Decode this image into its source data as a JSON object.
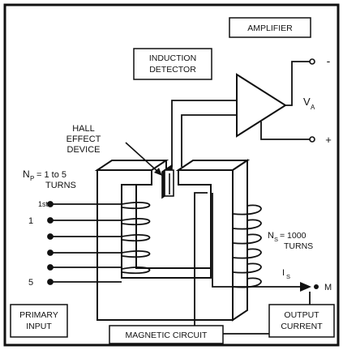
{
  "labels": {
    "amplifier": "AMPLIFIER",
    "induction_detector_1": "INDUCTION",
    "induction_detector_2": "DETECTOR",
    "hall_1": "HALL",
    "hall_2": "EFFECT",
    "hall_3": "DEVICE",
    "va": "V",
    "va_sub": "A",
    "minus": "-",
    "plus": "+",
    "np_1": "N",
    "np_sub": "P",
    "np_2": "= 1 to 5",
    "np_3": "TURNS",
    "tap_1st": "1st",
    "tap_1": "1",
    "tap_5": "5",
    "ns_1": "N",
    "ns_sub": "S",
    "ns_2": "= 1000",
    "ns_3": "TURNS",
    "is": "I",
    "is_sub": "S",
    "m": "M",
    "primary_1": "PRIMARY",
    "primary_2": "INPUT",
    "output_1": "OUTPUT",
    "output_2": "CURRENT",
    "magnetic": "MAGNETIC CIRCUIT"
  }
}
